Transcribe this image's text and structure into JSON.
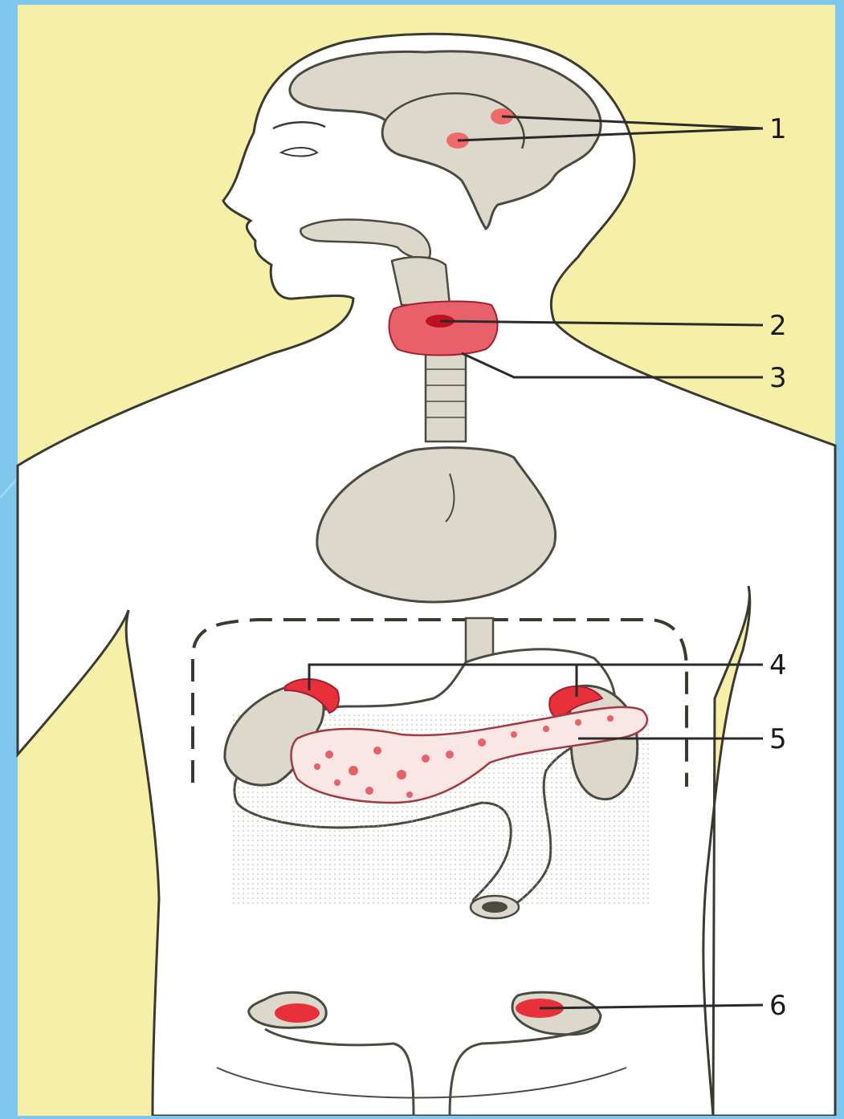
{
  "labels": [
    {
      "id": "1",
      "text": "1"
    },
    {
      "id": "2",
      "text": "2"
    },
    {
      "id": "3",
      "text": "3"
    },
    {
      "id": "4",
      "text": "4"
    },
    {
      "id": "5",
      "text": "5"
    },
    {
      "id": "6",
      "text": "6"
    }
  ],
  "colors": {
    "frame": "#7ec8ee",
    "paper": "#f6efa8",
    "body": "#ffffff",
    "organ": "#dcd8cc",
    "organ_stroke": "#4a4a40",
    "gland": "#e8303a",
    "gland_light": "#f08a8a",
    "leader": "#2a2a2a",
    "label_text": "#1a1a1a"
  }
}
